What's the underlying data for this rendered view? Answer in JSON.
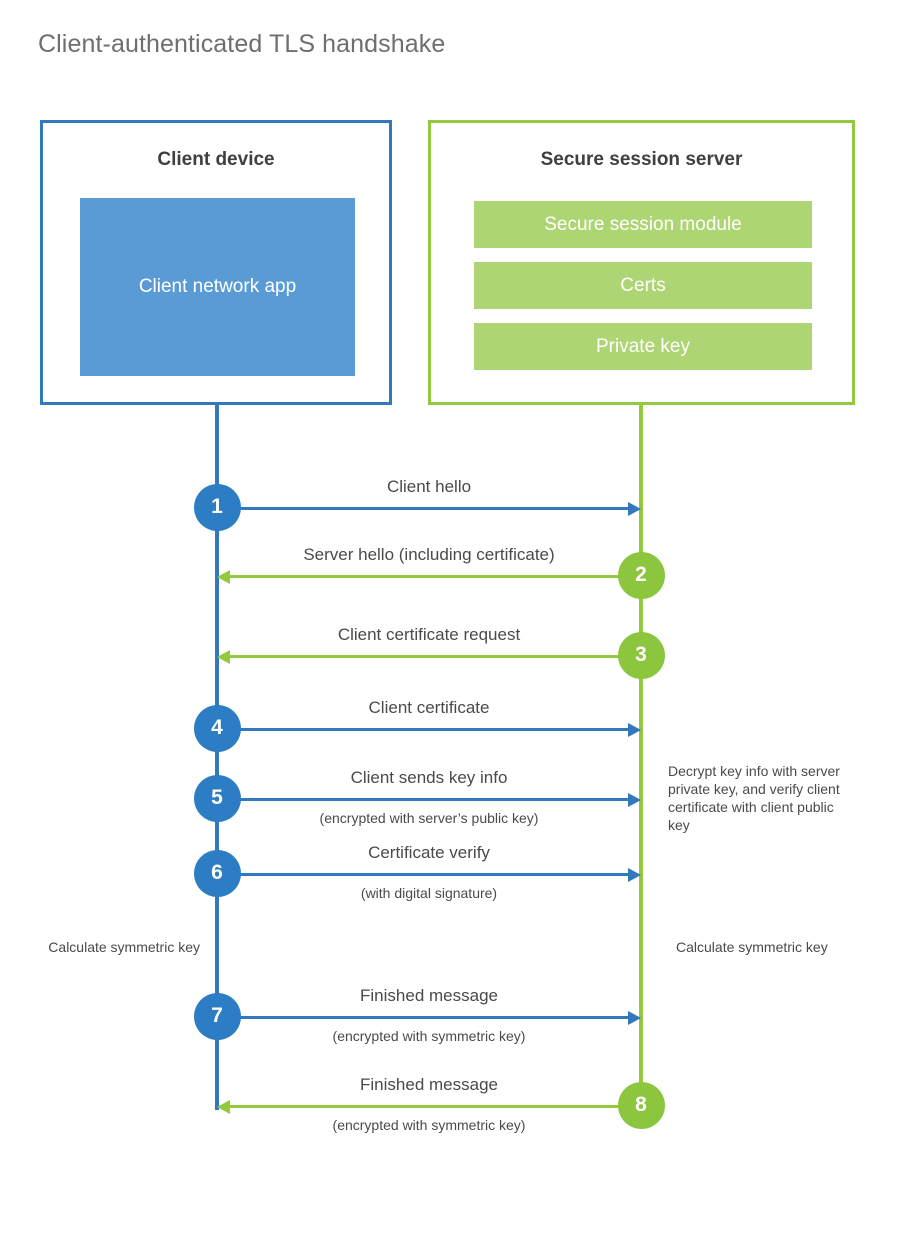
{
  "title": "Client-authenticated TLS handshake",
  "colors": {
    "client_blue": "#3278bd",
    "client_app_fill": "#5b9bd5",
    "server_green": "#93c83f",
    "server_module_fill": "#aed573",
    "step_blue": "#2d7dc4",
    "step_green": "#8cc63f",
    "text_gray": "#4a4a4a",
    "title_gray": "#6e6e6e"
  },
  "client": {
    "title": "Client device",
    "app_label": "Client network app"
  },
  "server": {
    "title": "Secure session server",
    "modules": [
      {
        "label": "Secure session module"
      },
      {
        "label": "Certs"
      },
      {
        "label": "Private key"
      }
    ]
  },
  "messages": [
    {
      "number": "1",
      "label": "Client hello",
      "sublabel": "",
      "direction": "client-to-server",
      "color": "blue"
    },
    {
      "number": "2",
      "label": "Server hello (including certificate)",
      "sublabel": "",
      "direction": "server-to-client",
      "color": "green"
    },
    {
      "number": "3",
      "label": "Client certificate request",
      "sublabel": "",
      "direction": "server-to-client",
      "color": "green"
    },
    {
      "number": "4",
      "label": "Client certificate",
      "sublabel": "",
      "direction": "client-to-server",
      "color": "blue"
    },
    {
      "number": "5",
      "label": "Client sends key info",
      "sublabel": "(encrypted with server’s public key)",
      "direction": "client-to-server",
      "color": "blue"
    },
    {
      "number": "6",
      "label": "Certificate verify",
      "sublabel": "(with digital signature)",
      "direction": "client-to-server",
      "color": "blue"
    },
    {
      "number": "7",
      "label": "Finished message",
      "sublabel": "(encrypted with symmetric key)",
      "direction": "client-to-server",
      "color": "blue"
    },
    {
      "number": "8",
      "label": "Finished message",
      "sublabel": "(encrypted with symmetric key)",
      "direction": "server-to-client",
      "color": "green"
    }
  ],
  "notes": {
    "decrypt": "Decrypt key info with server private key, and verify client certificate with client public key",
    "calculate_client": "Calculate symmetric key",
    "calculate_server": "Calculate symmetric key"
  }
}
